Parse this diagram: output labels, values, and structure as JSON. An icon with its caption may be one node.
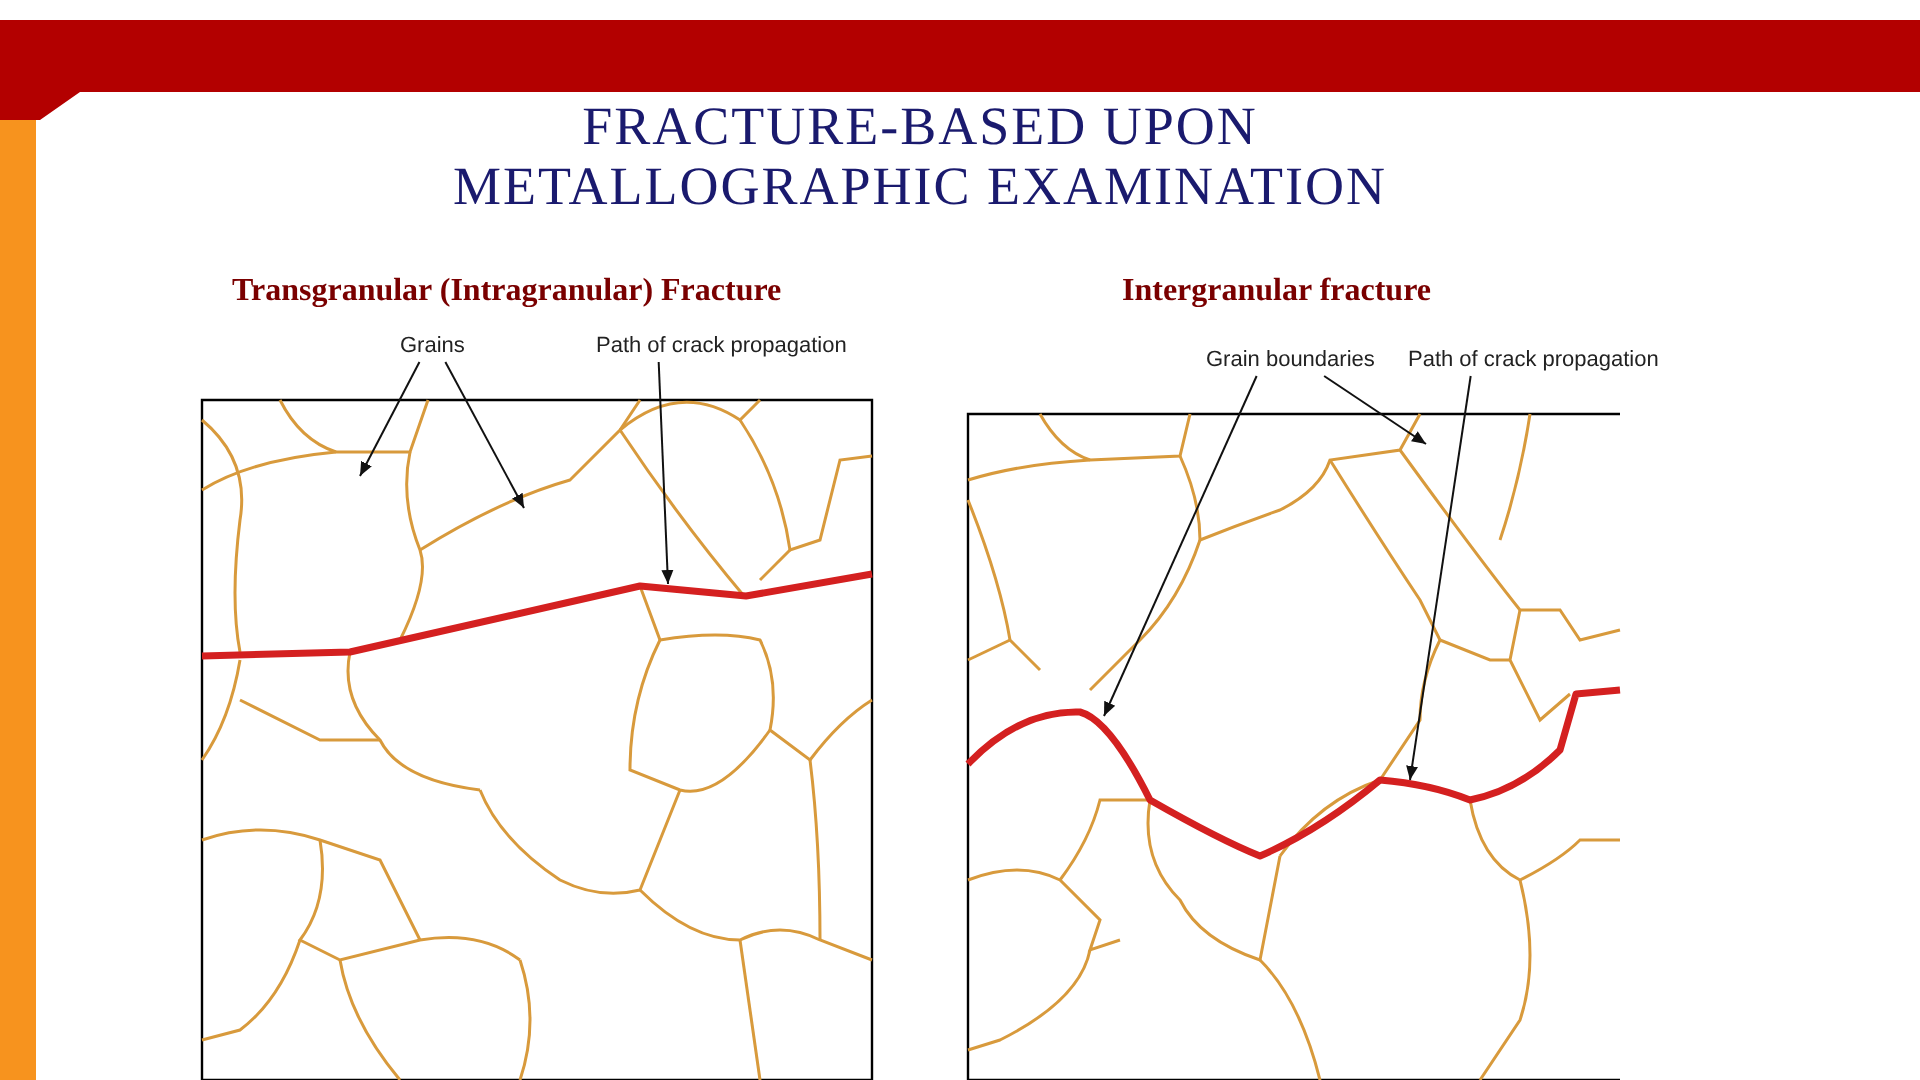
{
  "diagram": {
    "title": "FRACTURE-BASED UPON METALLOGRAPHIC EXAMINATION",
    "nodes": [
      {
        "text": [
          "Grains"
        ]
      },
      {
        "text": [
          "Path of crack propagation"
        ]
      },
      {
        "text": [
          "Grain boundaries"
        ]
      },
      {
        "text": [
          "Path of crack propagation"
        ]
      }
    ],
    "edges": [
      {
        "from": 0,
        "to": null,
        "arrow": "to"
      },
      {
        "from": 0,
        "to": null,
        "arrow": "to"
      },
      {
        "from": 1,
        "to": null,
        "arrow": "to"
      },
      {
        "from": 2,
        "to": null,
        "arrow": "to"
      },
      {
        "from": 2,
        "to": null,
        "arrow": "to"
      },
      {
        "from": 3,
        "to": null,
        "arrow": "to"
      }
    ],
    "labels": [
      "Transgranular (Intragranular) Fracture",
      "Intergranular fracture"
    ]
  }
}
